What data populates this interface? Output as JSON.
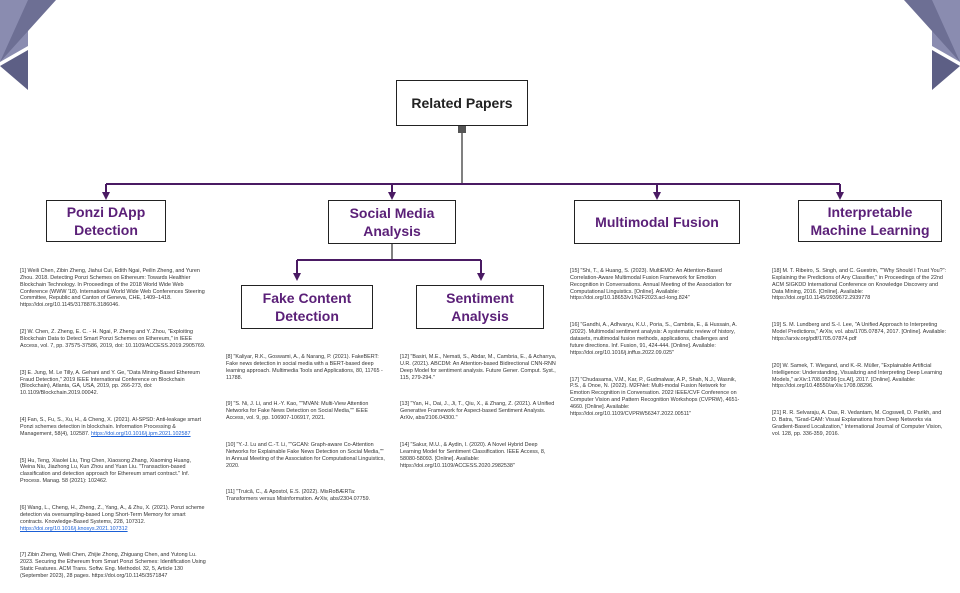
{
  "title": "Related Papers",
  "categories": [
    {
      "key": "ponzi",
      "label": "Ponzi DApp\nDetection"
    },
    {
      "key": "social",
      "label": "Social Media\nAnalysis"
    },
    {
      "key": "multimodal",
      "label": "Multimodal Fusion"
    },
    {
      "key": "xai",
      "label": "Interpretable\nMachine Learning"
    }
  ],
  "subcategories": [
    {
      "key": "fake",
      "label": "Fake Content\nDetection"
    },
    {
      "key": "sentiment",
      "label": "Sentiment\nAnalysis"
    }
  ],
  "colors": {
    "accent": "#5b2078",
    "arrow": "#4a1a63",
    "line": "#4a1a63",
    "connector": "#555555"
  },
  "icons": {
    "top_left": "ethereum-logo-icon",
    "top_right": "ethereum-logo-icon"
  },
  "refs": {
    "ponzi": [
      "[1] Weili Chen, Zibin Zheng, Jiahui Cui, Edith Ngai, Peilin Zheng, and Yuren Zhou. 2018. Detecting Ponzi Schemes on Ethereum: Towards Healthier Blockchain Technology. In Proceedings of the 2018 World Wide Web Conference (WWW '18). International World Wide Web Conferences Steering Committee, Republic and Canton of Geneva, CHE, 1409–1418. https://doi.org/10.1145/3178876.3186046.",
      "[2] W. Chen, Z. Zheng, E. C. - H. Ngai, P. Zheng and Y. Zhou, \"Exploiting Blockchain Data to Detect Smart Ponzi Schemes on Ethereum,\" in IEEE Access, vol. 7, pp. 37575-37586, 2019, doi: 10.1109/ACCESS.2019.2905769.",
      "[3] E. Jung, M. Le Tilly, A. Gehani and Y. Ge, \"Data Mining-Based Ethereum Fraud Detection,\" 2019 IEEE International Conference on Blockchain (Blockchain), Atlanta, GA, USA, 2019, pp. 266-273, doi: 10.1109/Blockchain.2019.00042.",
      "[4] Fan, S., Fu, S., Xu, H., & Cheng, X. (2021). Al-SPSD: Anti-leakage smart Ponzi schemes detection in blockchain. Information Processing & Management, 58(4), 102587. ",
      "[5] Hu, Teng, Xiaolei Liu, Ting Chen, Xiaosong Zhang, Xiaoming Huang, Weina Niu, Jiazhong Lu, Kun Zhou and Yuan Liu. \"Transaction-based classification and detection approach for Ethereum smart contract.\" Inf. Process. Manag. 58 (2021): 102462.",
      "[6] Wang, L., Cheng, H., Zheng, Z., Yang, A., & Zhu, X. (2021). Ponzi scheme detection via oversampling-based Long Short-Term Memory for smart contracts. Knowledge-Based Systems, 228, 107312. ",
      "[7] Zibin Zheng, Weili Chen, Zhijie Zhong, Zhiguang Chen, and Yutong Lu. 2023. Securing the Ethereum from Smart Ponzi Schemes: Identification Using Static Features. ACM Trans. Softw. Eng. Methodol. 32, 5, Article 130 (September 2023), 28 pages. https://doi.org/10.1145/3571847"
    ],
    "ponzi_links": {
      "4": "https://doi.org/10.1016/j.ipm.2021.102587",
      "6": "https://doi.org/10.1016/j.knosys.2021.107312"
    },
    "fake": [
      "[8] \"Kaliyar, R.K., Goswami, A., & Narang, P. (2021). FakeBERT: Fake news detection in social media with a BERT-based deep learning approach. Multimedia Tools and Applications, 80, 11765 - 11788.",
      "[9] \"S. Ni, J. Li, and H.-Y. Kao, \"\"MVAN: Multi-View Attention Networks for Fake News Detection on Social Media,\"\" IEEE Access, vol. 9, pp. 106907-106917, 2021.",
      "[10] \"Y.-J. Lu and C.-T. Li, \"\"GCAN: Graph-aware Co-Attention Networks for Explainable Fake News Detection on Social Media,\"\" in Annual Meeting of the Association for Computational Linguistics, 2020.",
      "[11] \"Truică, C., & Apostol, E.S. (2022). MisRoBÆRTa: Transformers versus Misinformation. ArXiv, abs/2304.07759."
    ],
    "sentiment": [
      "[12] \"Basiri, M.E., Nemati, S., Abdar, M., Cambria, E., & Acharrya, U.R. (2021). ABCDM: An Attention-based Bidirectional CNN-RNN Deep Model for sentiment analysis. Future Gener. Comput. Syst., 115, 279-294.\"",
      "[13] \"Yan, H., Dai, J., Ji, T., Qiu, X., & Zhang, Z. (2021). A Unified Generative Framework for Aspect-based Sentiment Analysis. ArXiv, abs/2106.04300.\"",
      "[14] \"Sakur, M.U., & Aydin, I. (2020). A Novel Hybrid Deep Learning Model for Sentiment Classification. IEEE Access, 8, 58080-58093. [Online]. Available: https://doi.org/10.1109/ACCESS.2020.2982538\""
    ],
    "multimodal": [
      "[15] \"Shi, T., & Huang, S. (2023). MultiEMO: An Attention-Based Correlation-Aware Multimodal Fusion Framework for Emotion Recognition in Conversations. Annual Meeting of the Association for Computational Linguistics. [Online]. Available: https://doi.org/10.18653/v1%2F2023.acl-long.824\"",
      "[16] \"Gandhi, A., Adhvaryu, K.U., Poria, S., Cambria, E., & Hussain, A. (2022). Multimodal sentiment analysis: A systematic review of history, datasets, multimodal fusion methods, applications, challenges and future directions. Inf. Fusion, 91, 424-444. [Online]. Available: https://doi.org/10.1016/j.inffus.2022.09.025\"",
      "[17] \"Chudasama, V.M., Kar, P., Gudmalwar, A.P., Shah, N.J., Wasnik, P.S., & Onoe, N. (2022). M2FNet: Multi-modal Fusion Network for Emotion Recognition in Conversation. 2022 IEEE/CVF Conference on Computer Vision and Pattern Recognition Workshops (CVPRW), 4651-4660. [Online]. Available: https://doi.org/10.1109/CVPRW56347.2022.00511\""
    ],
    "xai": [
      "[18] M. T. Ribeiro, S. Singh, and C. Guestrin, \"\"Why Should I Trust You?\": Explaining the Predictions of Any Classifier,\" in Proceedings of the 22nd ACM SIGKDD International Conference on Knowledge Discovery and Data Mining, 2016. [Online]. Available: https://doi.org/10.1145/2939672.2939778",
      "[19] S. M. Lundberg and S.-I. Lee, \"A Unified Approach to Interpreting Model Predictions,\" ArXiv, vol. abs/1705.07874, 2017. [Online]. Available: https://arxiv.org/pdf/1705.07874.pdf",
      "[20] W. Samek, T. Wiegand, and K.-R. Müller, \"Explainable Artificial Intelligence: Understanding, Visualizing and Interpreting Deep Learning Models,\" arXiv:1708.08296 [cs.AI], 2017. [Online]. Available: https://doi.org/10.48550/arXiv.1708.08296.",
      "[21] R. R. Selvaraju, A. Das, R. Vedantam, M. Cogswell, D. Parikh, and D. Batra, \"Grad-CAM: Visual Explanations from Deep Networks via Gradient-Based Localization,\" International Journal of Computer Vision, vol. 128, pp. 336-359, 2016."
    ]
  }
}
